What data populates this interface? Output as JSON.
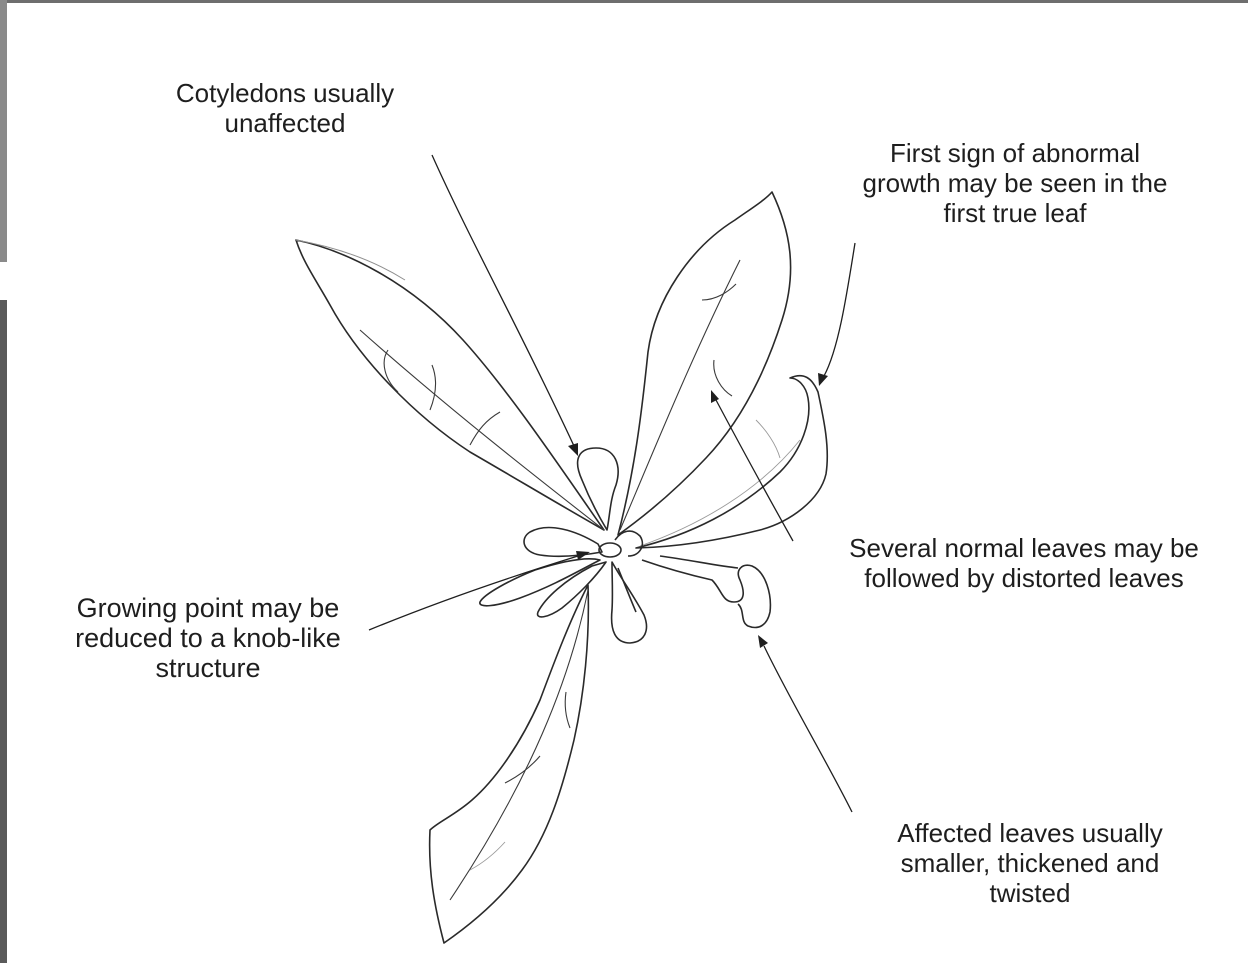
{
  "figure": {
    "labels": {
      "cotyledons": "Cotyledons usually\nunaffected",
      "first_sign": "First sign of abnormal\ngrowth may be seen in the\nfirst true leaf",
      "several_normal": "Several normal leaves may be\nfollowed by distorted leaves",
      "growing_point": "Growing point may be\nreduced to a knob-like\nstructure",
      "affected_leaves": "Affected leaves usually\nsmaller, thickened and\ntwisted"
    }
  }
}
